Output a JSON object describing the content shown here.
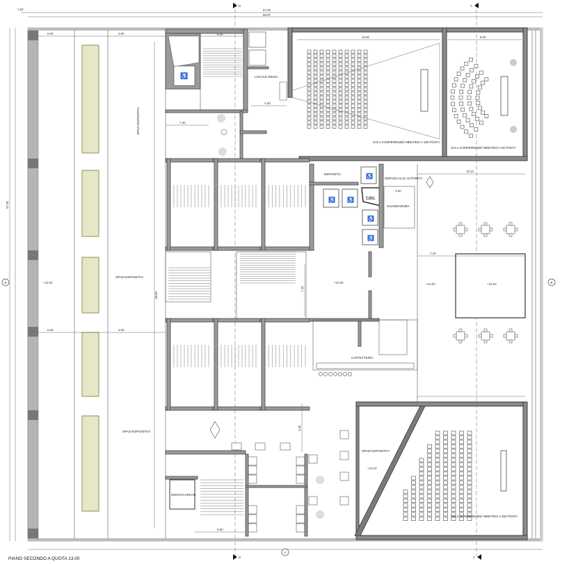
{
  "drawing": {
    "title": "PIANO SECONDO A QUOTA 13.00",
    "overall_dimensions": {
      "outer": "57.00",
      "inner": "56.07"
    },
    "section_markers": {
      "top_left": "D",
      "top_right": "C",
      "bottom_left": "D",
      "bottom_right": "C",
      "axis_bottom": "A",
      "axis_left": "B",
      "axis_right": "B"
    }
  },
  "rooms": {
    "conference_100": "SALA CONFERENZE/ MEETING A 100 POSTI",
    "conference_50": "SALA CONFERENZE/ MEETING A 50 POSTI",
    "conference_200": "SALA CONFERENZE/ MEETING A 200 POSTI",
    "control_room": "LOCALE REGIA",
    "storage": "DEPOSITO",
    "authorities_services": "SERVIZI ALLE AUTORITÀ",
    "cloakroom": "GUARDAROBA",
    "cafe": "CAFFETTERIA",
    "freight_lift": "MONTACARICHI",
    "cav": "cav.",
    "exhibition_top": "SPAZI ESPOSITIVI",
    "exhibition_mid": "SPAZI ESPOSITIVI",
    "exhibition_bottom": "SPAZI ESPOSITIVI",
    "exhibition_small": "SPAZI ESPOSITIVI"
  },
  "dimensions": {
    "d1": "1.50",
    "d2": "6.00",
    "d3": "3.00",
    "d4": "5.00",
    "d5": "18.00",
    "d6": "9.00",
    "d7": "4.40",
    "d8": "7.40",
    "d9": "13.10",
    "d10": "7.30",
    "d11": "1.50",
    "d18": "7.40",
    "d19": "38.00",
    "d20": "4.40",
    "d21": "5.00",
    "d23": "6.00",
    "d24": "3.00",
    "d25": "57.00"
  },
  "levels": {
    "l1": "+13.00",
    "l2": "+13.00",
    "l3": "+13.00",
    "l4": "+13.00",
    "l5": "+13.00"
  }
}
